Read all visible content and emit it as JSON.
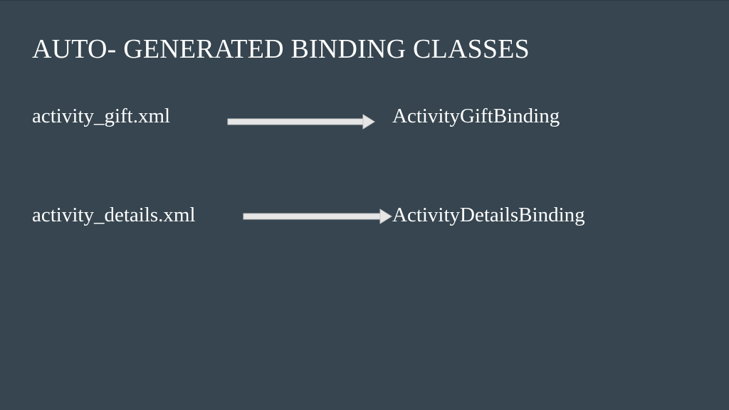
{
  "slide": {
    "title": "AUTO- GENERATED BINDING CLASSES",
    "background_color": "#36454f",
    "text_color": "#ffffff",
    "arrow_color": "#e6e6e6",
    "mappings": [
      {
        "source": "activity_gift.xml",
        "target": "ActivityGiftBinding",
        "connector_icon": "right-arrow-icon"
      },
      {
        "source": "activity_details.xml",
        "target": "ActivityDetailsBinding",
        "connector_icon": "right-arrow-icon"
      }
    ]
  }
}
